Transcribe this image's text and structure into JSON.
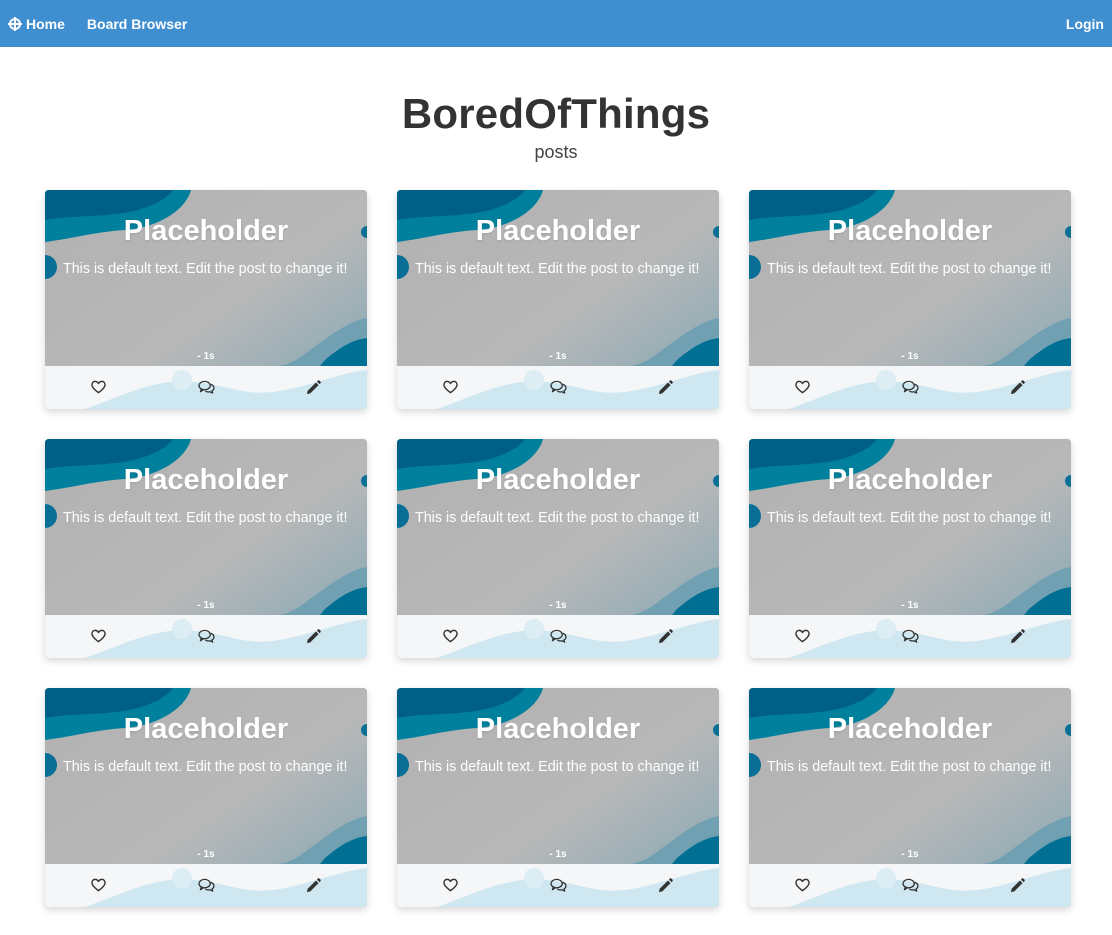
{
  "nav": {
    "home_label": "Home",
    "browser_label": "Board Browser",
    "login_label": "Login"
  },
  "header": {
    "title": "BoredOfThings",
    "subtitle": "posts"
  },
  "colors": {
    "navbar": "#3f8ed0",
    "card_gray": "#b3b3b3",
    "wave_dark": "#005f87",
    "wave_teal": "#00809c",
    "footer_light": "#cfe7f1"
  },
  "posts": [
    {
      "title": "Placeholder",
      "body": "This is default text. Edit the post to change it!",
      "time": "- 1s"
    },
    {
      "title": "Placeholder",
      "body": "This is default text. Edit the post to change it!",
      "time": "- 1s"
    },
    {
      "title": "Placeholder",
      "body": "This is default text. Edit the post to change it!",
      "time": "- 1s"
    },
    {
      "title": "Placeholder",
      "body": "This is default text. Edit the post to change it!",
      "time": "- 1s"
    },
    {
      "title": "Placeholder",
      "body": "This is default text. Edit the post to change it!",
      "time": "- 1s"
    },
    {
      "title": "Placeholder",
      "body": "This is default text. Edit the post to change it!",
      "time": "- 1s"
    },
    {
      "title": "Placeholder",
      "body": "This is default text. Edit the post to change it!",
      "time": "- 1s"
    },
    {
      "title": "Placeholder",
      "body": "This is default text. Edit the post to change it!",
      "time": "- 1s"
    },
    {
      "title": "Placeholder",
      "body": "This is default text. Edit the post to change it!",
      "time": "- 1s"
    }
  ],
  "card_icons": [
    "heart-icon",
    "comments-icon",
    "pencil-icon"
  ]
}
